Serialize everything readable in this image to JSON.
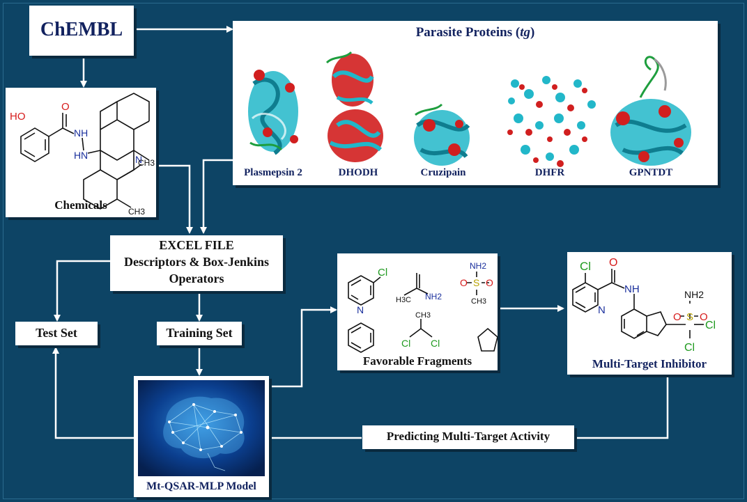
{
  "source": "ChEMBL",
  "proteins": {
    "title": "Parasite Proteins (tg)",
    "title_main": "Parasite Proteins (",
    "title_italic": "tg",
    "title_close": ")",
    "names": [
      "Plasmepsin  2",
      "DHODH",
      "Cruzipain",
      "DHFR",
      "GPNTDT"
    ]
  },
  "chemicals": {
    "label": "Chemicals",
    "atoms": [
      "HO",
      "O",
      "NH",
      "H",
      "N",
      "N",
      "CH3",
      "CH3"
    ]
  },
  "excel": {
    "line1": "EXCEL FILE",
    "line2": "Descriptors & Box-Jenkins",
    "line3": "Operators"
  },
  "test_set": "Test Set",
  "training_set": "Training Set",
  "model": "Mt-QSAR-MLP Model",
  "fragments": {
    "label": "Favorable Fragments",
    "atoms": [
      "Cl",
      "N",
      "H3C",
      "NH2",
      "NH2",
      "O",
      "S",
      "O",
      "CH3",
      "CH3",
      "Cl",
      "Cl"
    ]
  },
  "inhibitor": {
    "label": "Multi-Target Inhibitor",
    "atoms": [
      "Cl",
      "O",
      "NH",
      "N",
      "NH2",
      "O",
      "S",
      "O",
      "Cl",
      "Cl"
    ]
  },
  "predicting": "Predicting Multi-Target Activity",
  "colors": {
    "background": "#0d4465",
    "arrow": "#ffffff",
    "protein_ribbon": "#22b7c9",
    "protein_helix": "#d11f1f",
    "protein_coil": "#1e9e3e",
    "heteroatom_blue": "#1a2f9c",
    "heteroatom_red": "#d61a1a",
    "heteroatom_green": "#1f9a1f",
    "label_navy": "#12225f"
  }
}
